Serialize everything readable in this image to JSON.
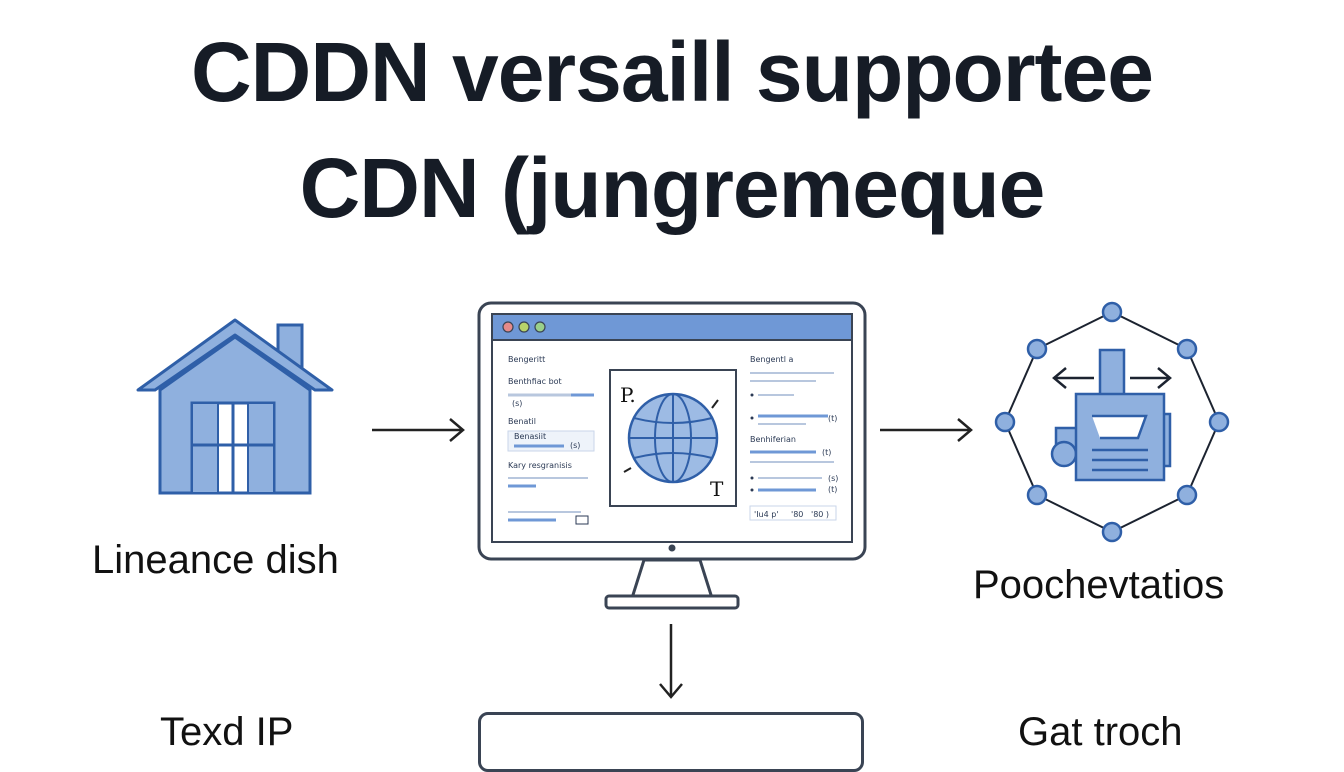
{
  "title": {
    "line1": "CDDN versaill supportee",
    "line2": "CDN (jungremeque"
  },
  "nodes": {
    "left": {
      "label": "Lineance dish",
      "icon": "house-icon"
    },
    "right": {
      "label": "Poochevtatios",
      "icon": "network-hub-icon"
    },
    "bottom_left": {
      "label": "Texd IP"
    },
    "bottom_right": {
      "label": "Gat troch"
    }
  },
  "monitor": {
    "window_dots": [
      "#e58a8a",
      "#b8d36a",
      "#9ad08a"
    ],
    "left_panel": {
      "heading": "Bengeritt",
      "rows": [
        "Benthfiac bot",
        "(s)",
        "Benatil",
        "Benasiit",
        "(s)",
        "Kary resgranisis"
      ]
    },
    "center_panel": {
      "mark_left": "P.",
      "mark_right": "T"
    },
    "right_panel": {
      "heading": "Bengentl a",
      "values": [
        "(t)",
        "(t)",
        "(s)",
        "(t)"
      ],
      "subheading": "Benhiferian",
      "footer": [
        "'Iu4 p'",
        "'80",
        "'80 )"
      ]
    }
  },
  "colors": {
    "accent_fill": "#8fb0de",
    "accent_stroke": "#2f5fa8",
    "outline": "#3a4454"
  }
}
